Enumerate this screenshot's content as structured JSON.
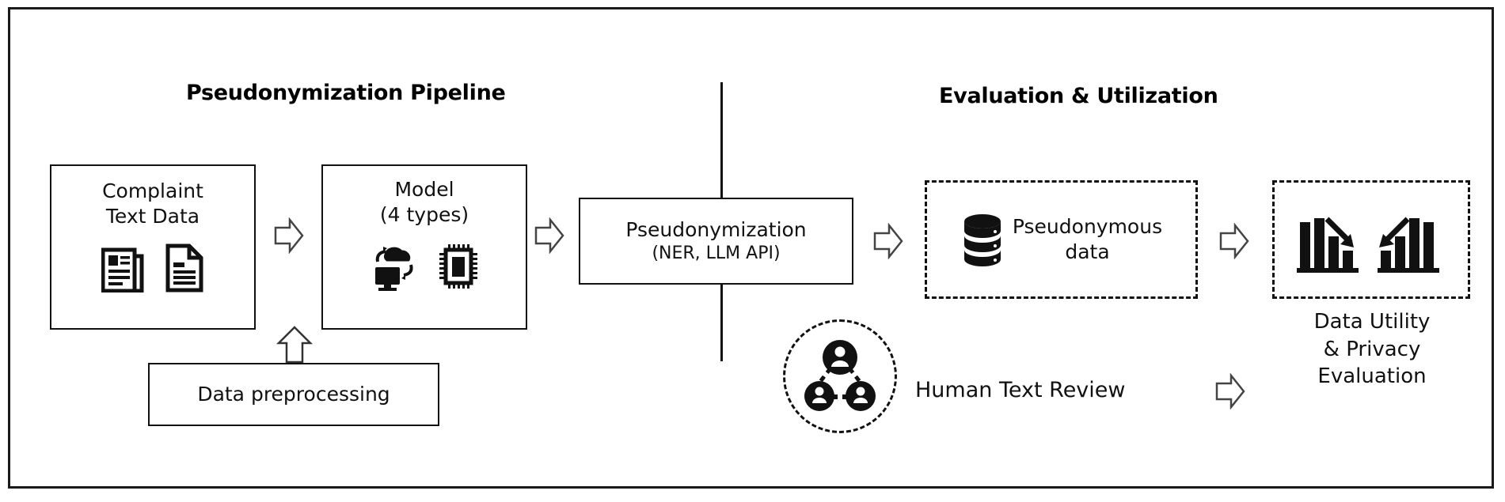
{
  "diagram": {
    "title": "Pseudonymization Pipeline and Evaluation & Utilization Workflow",
    "sections": {
      "left": {
        "heading": "Pseudonymization Pipeline"
      },
      "right": {
        "heading": "Evaluation & Utilization"
      }
    },
    "nodes": {
      "complaint": {
        "line1": "Complaint",
        "line2": "Text Data",
        "icons": [
          "newspaper-icon",
          "document-icon"
        ]
      },
      "model": {
        "line1": "Model",
        "line2": "(4 types)",
        "icons": [
          "cloud-computing-icon",
          "chip-icon"
        ]
      },
      "pseudonymization": {
        "line1": "Pseudonymization",
        "line2": "(NER, LLM API)"
      },
      "preprocessing": {
        "label": "Data preprocessing"
      },
      "pseudonymous_data": {
        "line1": "Pseudonymous",
        "line2": "data",
        "icon": "database-icon"
      },
      "evaluation_charts": {
        "icons": [
          "bar-chart-down-icon",
          "bar-chart-up-icon"
        ]
      },
      "utility": {
        "line1": "Data Utility",
        "line2": "& Privacy",
        "line3": "Evaluation"
      },
      "human_review": {
        "label": "Human Text Review",
        "icon": "people-network-icon"
      }
    },
    "arrows": [
      {
        "name": "arrow-complaint-to-model",
        "direction": "right"
      },
      {
        "name": "arrow-model-to-pseudonymization",
        "direction": "right"
      },
      {
        "name": "arrow-pseudonymization-to-data",
        "direction": "right"
      },
      {
        "name": "arrow-data-to-evaluation",
        "direction": "right"
      },
      {
        "name": "arrow-preprocessing-to-complaint",
        "direction": "up"
      },
      {
        "name": "arrow-review-to-utility",
        "direction": "right"
      }
    ],
    "colors": {
      "stroke": "#111111",
      "fill": "#ffffff",
      "background": "#ffffff",
      "arrow_outline": "#333333"
    }
  }
}
